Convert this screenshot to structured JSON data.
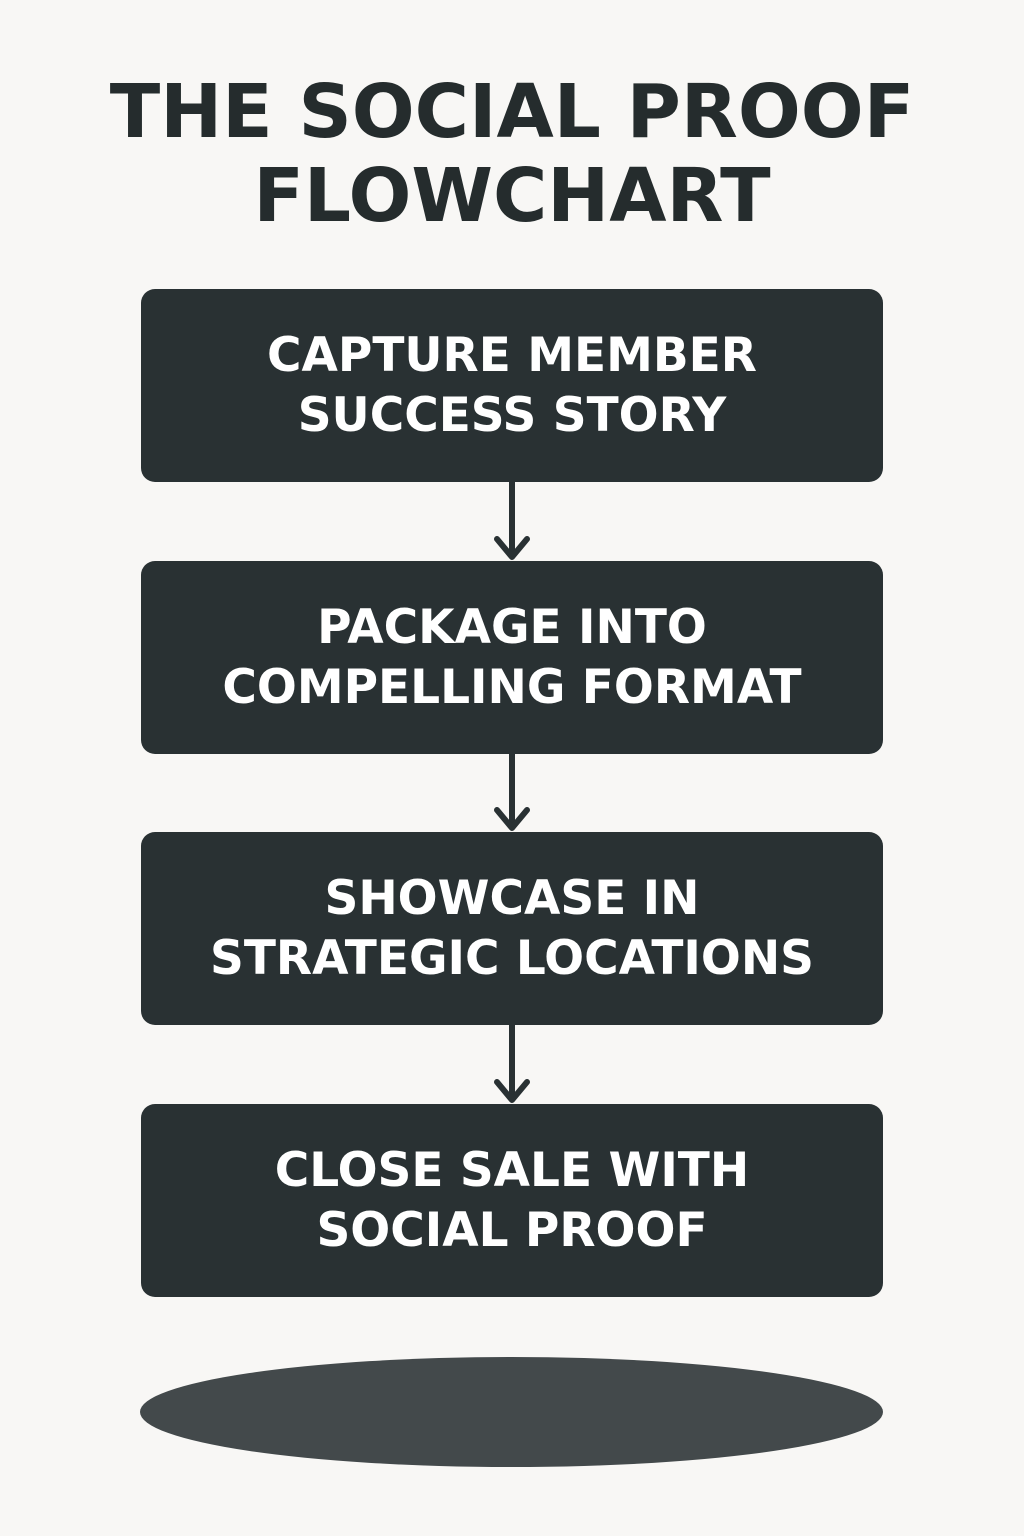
{
  "title": {
    "line1": "THE SOCIAL PROOF",
    "line2": "FLOWCHART"
  },
  "steps": [
    {
      "line1": "CAPTURE MEMBER",
      "line2": "SUCCESS STORY"
    },
    {
      "line1": "PACKAGE INTO",
      "line2": "COMPELLING FORMAT"
    },
    {
      "line1": "SHOWCASE IN",
      "line2": "STRATEGIC LOCATIONS"
    },
    {
      "line1": "CLOSE SALE WITH",
      "line2": "SOCIAL PROOF"
    }
  ],
  "colors": {
    "background": "#f8f7f5",
    "box": "#293133",
    "text": "#ffffff",
    "pill": "#43494b"
  }
}
